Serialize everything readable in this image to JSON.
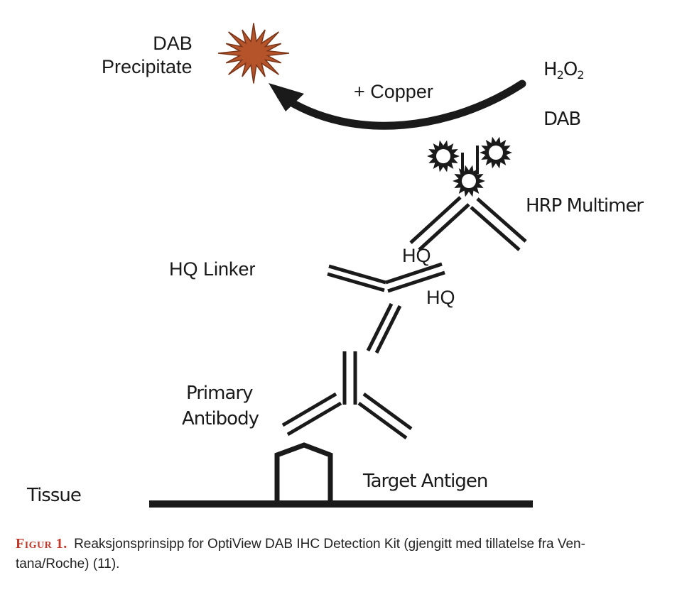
{
  "labels": {
    "dab_precipitate_1": "DAB",
    "dab_precipitate_2": "Precipitate",
    "copper": "+ Copper",
    "h2o2_h": "H",
    "h2o2_sub1": "2",
    "h2o2_o": "O",
    "h2o2_sub2": "2",
    "dab": "DAB",
    "hrp_multimer": "HRP Multimer",
    "hq_linker": "HQ Linker",
    "hq_1": "HQ",
    "hq_2": "HQ",
    "primary_antibody_1": "Primary",
    "primary_antibody_2": "Antibody",
    "target_antigen": "Target Antigen",
    "tissue": "Tissue"
  },
  "caption": {
    "figure_label": "Figur 1.",
    "text_line1": "Reaksjonsprinsipp for OptiView DAB IHC Detection Kit (gjengitt med tillatelse fra Ven-",
    "text_line2": "tana/Roche) (11)."
  },
  "colors": {
    "ink": "#1a1a1a",
    "precipitate": "#b5542b",
    "figure_label": "#c0392b"
  }
}
